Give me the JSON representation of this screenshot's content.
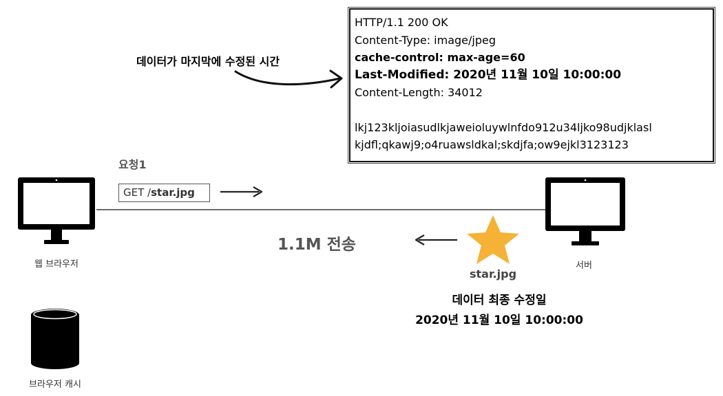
{
  "response": {
    "status_line": "HTTP/1.1 200 OK",
    "content_type": "Content-Type: image/jpeg",
    "cache_control": "cache-control: max-age=60",
    "last_modified": "Last-Modified: 2020년 11월 10일 10:00:00",
    "content_length": "Content-Length: 34012",
    "body_line1": "lkj123kljoiasudlkjaweioluywlnfdo912u34ljko98udjklasl",
    "body_line2": "kjdfl;qkawj9;o4ruawsldkal;skdjfa;ow9ejkl3123123"
  },
  "annotation": {
    "modified_label": "데이터가 마지막에 수정된 시간"
  },
  "request": {
    "label": "요청1",
    "method": "GET /",
    "path": "star.jpg"
  },
  "transfer": {
    "label": "1.1M 전송"
  },
  "nodes": {
    "browser": "웹 브라우저",
    "server": "서버",
    "cache": "브라우저 캐시"
  },
  "resource": {
    "name": "star.jpg",
    "last_modified_label": "데이터 최종 수정일",
    "last_modified_value": "2020년 11월 10일 10:00:00"
  },
  "colors": {
    "star": "#f5b236",
    "monitor": "#000000",
    "connection_line": "#555555"
  },
  "icons": [
    "monitor-icon",
    "star-icon",
    "database-icon",
    "arrow-right-icon",
    "arrow-left-icon",
    "curved-arrow-icon"
  ]
}
